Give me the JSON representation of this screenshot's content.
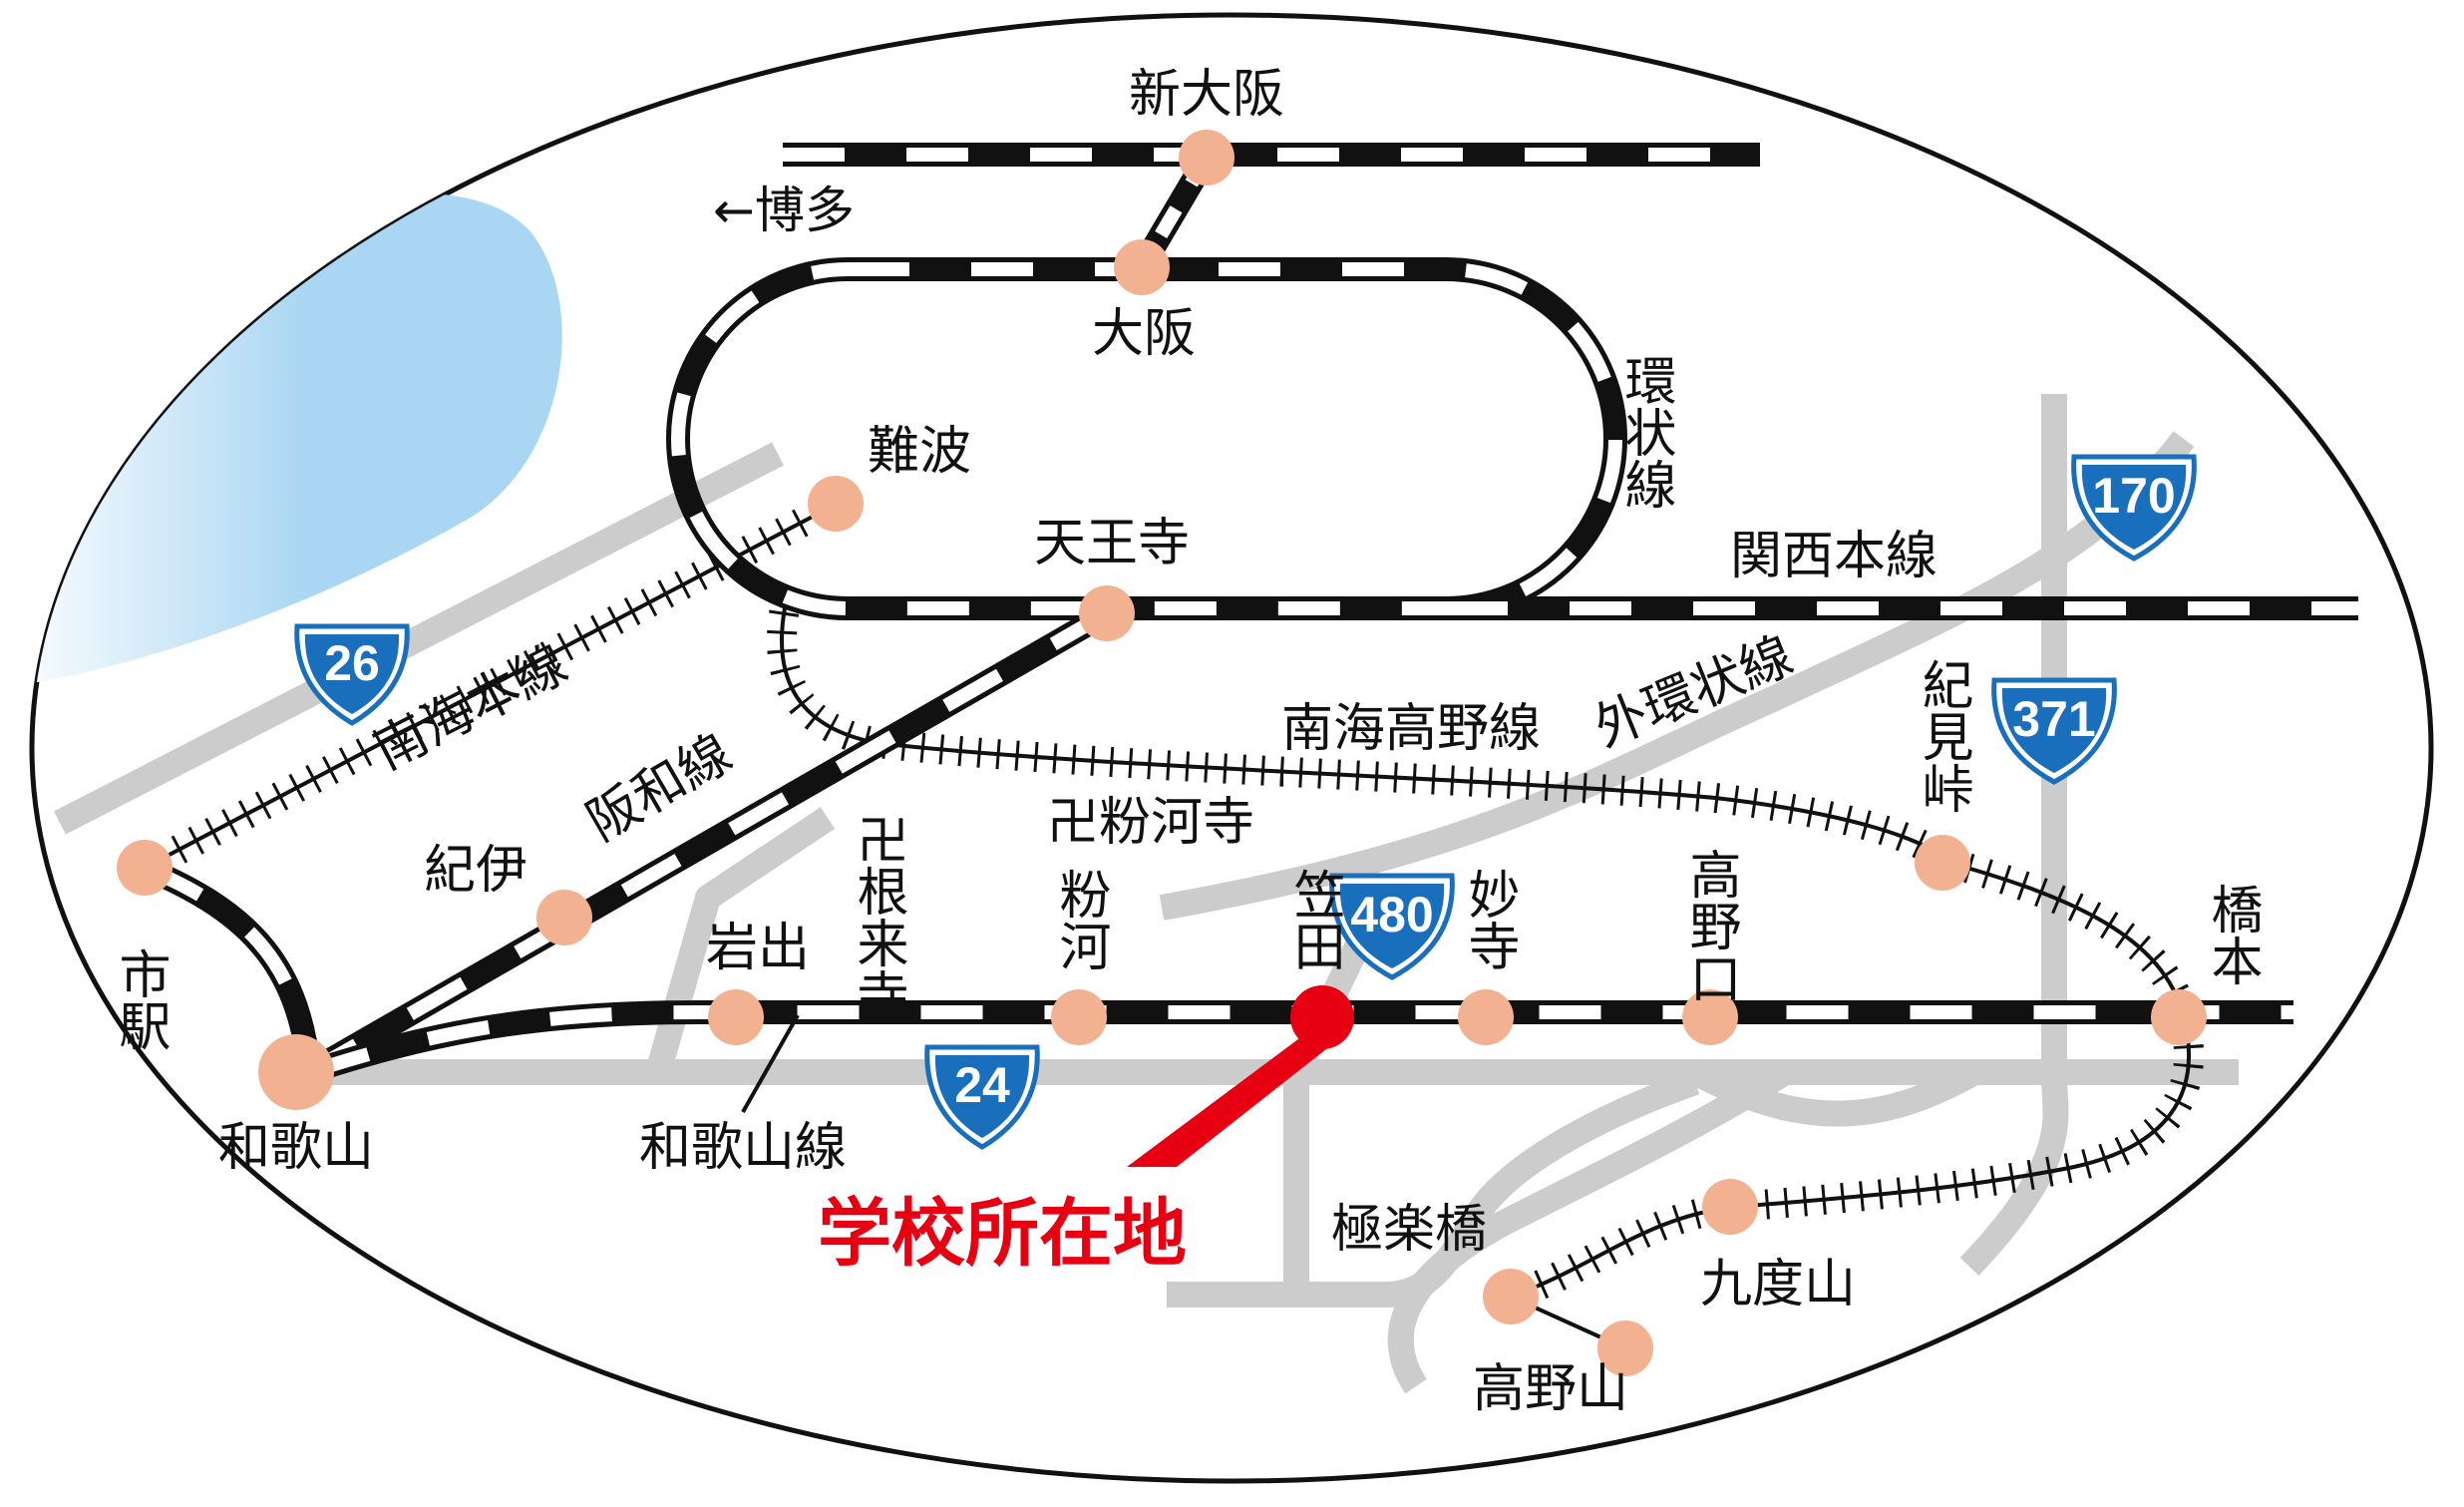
{
  "colors": {
    "sea": "#a9d6f2",
    "road": "#cccccc",
    "station": "#f2b190",
    "school": "#e60012",
    "route_shield": "#1a6fbd",
    "rail": "#111111"
  },
  "destination_hakata": "←博多",
  "school_label": "学校所在地",
  "stations": {
    "shin_osaka": "新大阪",
    "osaka": "大阪",
    "namba": "難波",
    "tennoji": "天王寺",
    "wakayama_shi": "市駅",
    "wakayama": "和歌山",
    "kii": "紀伊",
    "iwade": "岩出",
    "negoroji": "卍根来寺",
    "kokawadera": "卍粉河寺",
    "kokawa": "粉河",
    "kaseda": "笠田",
    "myoji": "妙寺",
    "koyaguchi": "高野口",
    "hashimoto": "橋本",
    "kimitoge": "紀見峠",
    "gokurakubashi": "極楽橋",
    "kudoyama": "九度山",
    "koyasan": "高野山"
  },
  "lines": {
    "loop": "環状線",
    "kansai_main": "関西本線",
    "nankai_main": "南海本線",
    "hanwa": "阪和線",
    "nankai_koya": "南海高野線",
    "outer_loop": "外環状線",
    "wakayama_line": "和歌山線"
  },
  "routes": {
    "r26": "26",
    "r170": "170",
    "r371": "371",
    "r480": "480",
    "r24": "24"
  }
}
